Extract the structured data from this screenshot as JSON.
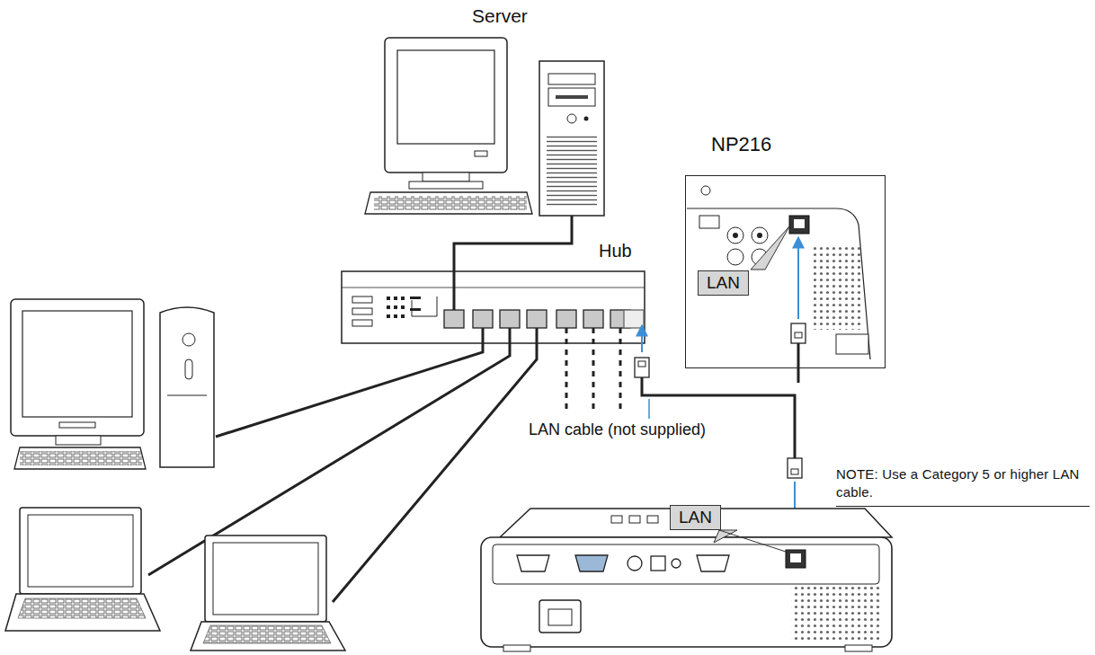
{
  "diagram": {
    "nodes": [
      {
        "text": [
          "Server"
        ]
      },
      {
        "text": [
          "Hub"
        ]
      },
      {
        "text": [
          "NP216"
        ]
      },
      {
        "text": [
          "LAN"
        ],
        "in": 2
      },
      {
        "text": [
          "LAN"
        ]
      }
    ],
    "edges": [
      {
        "from": 0,
        "to": 1,
        "arrow": "none"
      }
    ],
    "labels": [
      "LAN cable (not supplied)",
      "NOTE: Use a Category 5 or higher LAN cable."
    ]
  }
}
